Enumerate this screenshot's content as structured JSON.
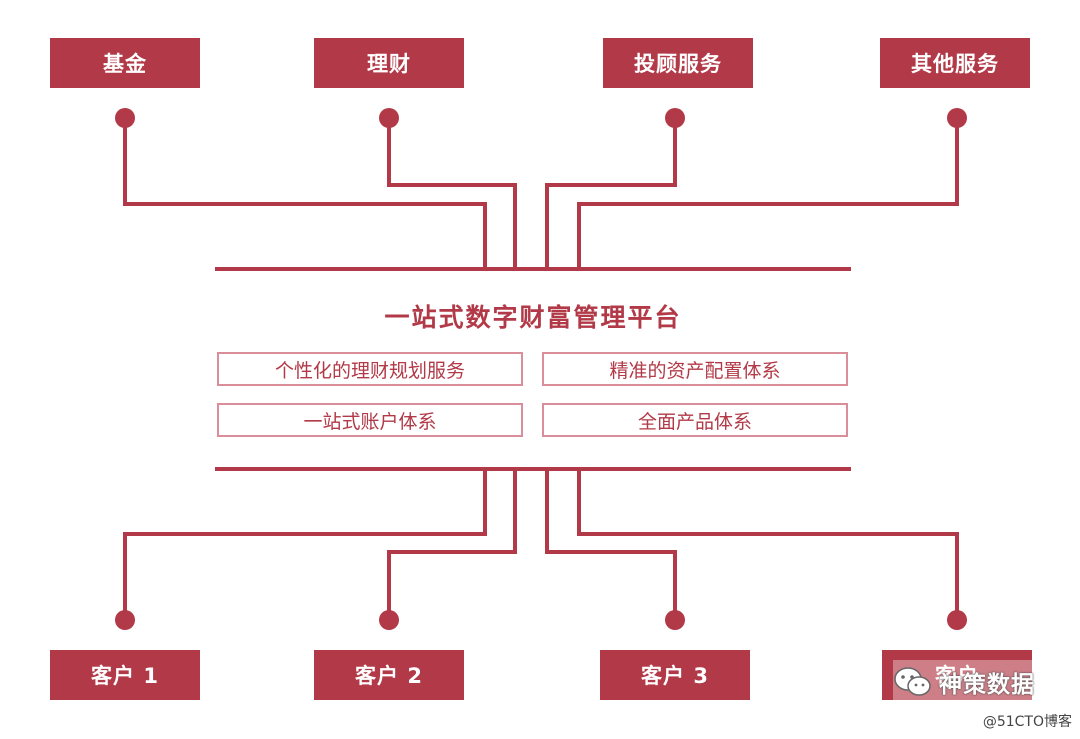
{
  "colors": {
    "accent": "#b23947",
    "box_border": "#d98e99",
    "background": "#ffffff"
  },
  "top_nodes": [
    "基金",
    "理财",
    "投顾服务",
    "其他服务"
  ],
  "platform": {
    "title": "一站式数字财富管理平台",
    "features": [
      "个性化的理财规划服务",
      "精准的资产配置体系",
      "一站式账户体系",
      "全面产品体系"
    ]
  },
  "bottom_nodes": [
    "客户 1",
    "客户 2",
    "客户 3",
    "客户"
  ],
  "watermark": {
    "logo_icon": "wechat-icon",
    "text": "神策数据",
    "sub_text": "@51CTO博客"
  }
}
